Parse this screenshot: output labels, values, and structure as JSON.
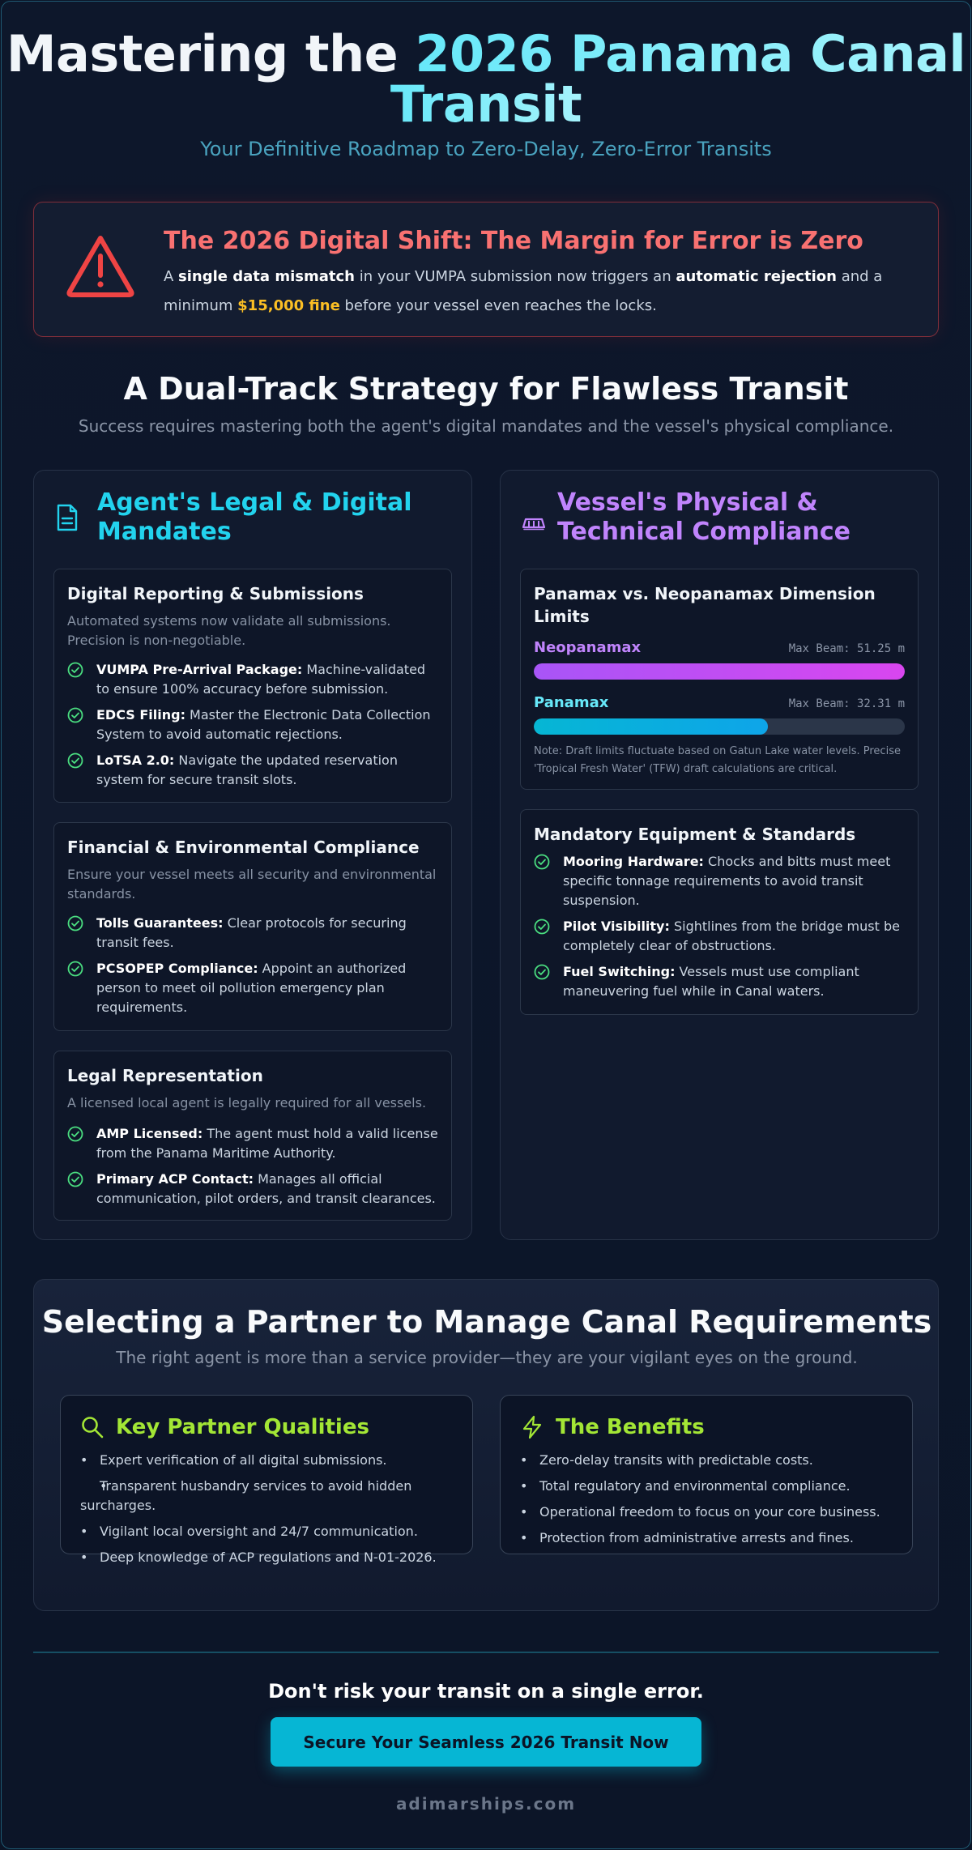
{
  "header": {
    "title_part1": "Mastering the",
    "title_part2": "2026 Panama Canal",
    "title_part3": "Transit",
    "subtitle": "Your Definitive Roadmap to Zero-Delay, Zero-Error Transits"
  },
  "alert": {
    "icon": "warning-triangle-icon",
    "title": "The 2026 Digital Shift: The Margin for Error is Zero",
    "text_a": "A ",
    "bold_a": "single data mismatch",
    "text_b": " in your VUMPA submission now triggers an ",
    "bold_b": "automatic rejection",
    "text_c": " and a minimum ",
    "fine": "$15,000 fine",
    "text_d": " before your vessel even reaches the locks."
  },
  "strategy": {
    "title": "A Dual-Track Strategy for Flawless Transit",
    "subtitle": "Success requires mastering both the agent's digital mandates and the vessel's physical compliance."
  },
  "agent_column": {
    "icon": "document-icon",
    "title": "Agent's Legal & Digital Mandates",
    "cards": [
      {
        "title": "Digital Reporting & Submissions",
        "description": "Automated systems now validate all submissions. Precision is non-negotiable.",
        "items": [
          {
            "label": "VUMPA Pre-Arrival Package:",
            "text": " Machine-validated to ensure 100% accuracy before submission."
          },
          {
            "label": "EDCS Filing:",
            "text": " Master the Electronic Data Collection System to avoid automatic rejections."
          },
          {
            "label": "LoTSA 2.0:",
            "text": " Navigate the updated reservation system for secure transit slots."
          }
        ]
      },
      {
        "title": "Financial & Environmental Compliance",
        "description": "Ensure your vessel meets all security and environmental standards.",
        "items": [
          {
            "label": "Tolls Guarantees:",
            "text": " Clear protocols for securing transit fees."
          },
          {
            "label": "PCSOPEP Compliance:",
            "text": " Appoint an authorized person to meet oil pollution emergency plan requirements."
          }
        ]
      },
      {
        "title": "Legal Representation",
        "description": "A licensed local agent is legally required for all vessels.",
        "items": [
          {
            "label": "AMP Licensed:",
            "text": " The agent must hold a valid license from the Panama Maritime Authority."
          },
          {
            "label": "Primary ACP Contact:",
            "text": " Manages all official communication, pilot orders, and transit clearances."
          }
        ]
      }
    ]
  },
  "vessel_column": {
    "icon": "ship-icon",
    "title": "Vessel's Physical & Technical Compliance",
    "dimensions": {
      "title": "Panamax vs. Neopanamax Dimension Limits",
      "bars": [
        {
          "name": "Neopanamax",
          "meta": "Max Beam: 51.25 m",
          "value": 51.25,
          "color": "#c084fc"
        },
        {
          "name": "Panamax",
          "meta": "Max Beam: 32.31 m",
          "value": 32.31,
          "color": "#67e8f9"
        }
      ],
      "max_value": 51.25,
      "note": "Note: Draft limits fluctuate based on Gatun Lake water levels. Precise 'Tropical Fresh Water' (TFW) draft calculations are critical."
    },
    "equipment": {
      "title": "Mandatory Equipment & Standards",
      "items": [
        {
          "label": "Mooring Hardware:",
          "text": " Chocks and bitts must meet specific tonnage requirements to avoid transit suspension."
        },
        {
          "label": "Pilot Visibility:",
          "text": " Sightlines from the bridge must be completely clear of obstructions."
        },
        {
          "label": "Fuel Switching:",
          "text": " Vessels must use compliant maneuvering fuel while in Canal waters."
        }
      ]
    }
  },
  "partner": {
    "title": "Selecting a Partner to Manage Canal Requirements",
    "subtitle": "The right agent is more than a service provider—they are your vigilant eyes on the ground.",
    "qualities": {
      "icon": "search-icon",
      "title": "Key Partner Qualities",
      "items": [
        "Expert verification of all digital submissions.",
        "Transparent husbandry services to avoid hidden surcharges.",
        "Vigilant local oversight and 24/7 communication.",
        "Deep knowledge of ACP regulations and N-01-2026."
      ]
    },
    "benefits": {
      "icon": "lightning-icon",
      "title": "The Benefits",
      "items": [
        "Zero-delay transits with predictable costs.",
        "Total regulatory and environmental compliance.",
        "Operational freedom to focus on your core business.",
        "Protection from administrative arrests and fines."
      ]
    }
  },
  "footer": {
    "lead": "Don't risk your transit on a single error.",
    "cta_label": "Secure Your Seamless 2026 Transit Now",
    "site": "adimarships.com"
  },
  "colors": {
    "background": "#0b1426",
    "accent_cyan": "#22d3ee",
    "accent_purple": "#c084fc",
    "accent_lime": "#a3e635",
    "alert_red": "#f87171",
    "fine_yellow": "#fbbf24",
    "check_green": "#4ade80"
  }
}
